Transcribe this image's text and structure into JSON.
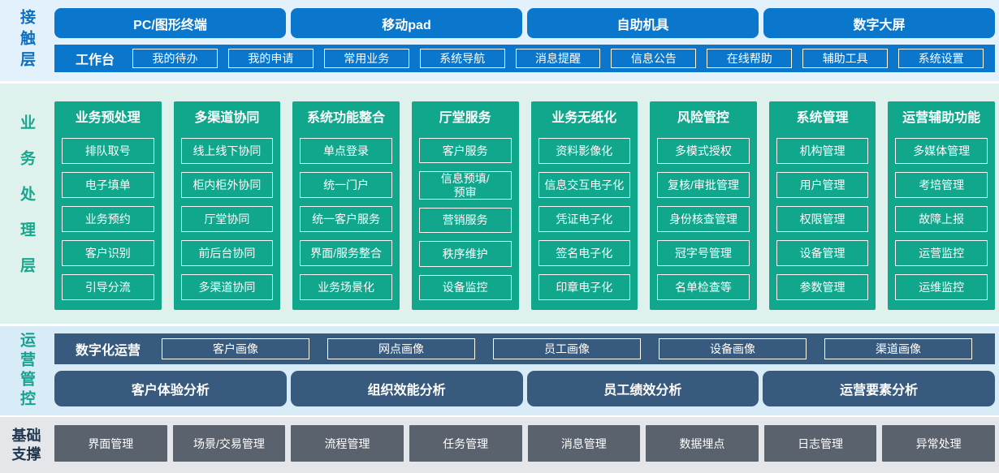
{
  "layers": {
    "contact": {
      "label": "接触层",
      "channels": [
        "PC/图形终端",
        "移动pad",
        "自助机具",
        "数字大屏"
      ],
      "workbench": {
        "label": "工作台",
        "items": [
          "我的待办",
          "我的申请",
          "常用业务",
          "系统导航",
          "消息提醒",
          "信息公告",
          "在线帮助",
          "辅助工具",
          "系统设置"
        ]
      }
    },
    "business": {
      "label": "业务处理层",
      "columns": [
        {
          "title": "业务预处理",
          "items": [
            "排队取号",
            "电子填单",
            "业务预约",
            "客户识别",
            "引导分流"
          ]
        },
        {
          "title": "多渠道协同",
          "items": [
            "线上线下协同",
            "柜内柜外协同",
            "厅堂协同",
            "前后台协同",
            "多渠道协同"
          ]
        },
        {
          "title": "系统功能整合",
          "items": [
            "单点登录",
            "统一门户",
            "统一客户服务",
            "界面/服务整合",
            "业务场景化"
          ]
        },
        {
          "title": "厅堂服务",
          "items": [
            "客户服务",
            "信息预填/\n预审",
            "营销服务",
            "秩序维护",
            "设备监控"
          ]
        },
        {
          "title": "业务无纸化",
          "items": [
            "资料影像化",
            "信息交互电子化",
            "凭证电子化",
            "签名电子化",
            "印章电子化"
          ]
        },
        {
          "title": "风险管控",
          "items": [
            "多模式授权",
            "复核/审批管理",
            "身份核查管理",
            "冠字号管理",
            "名单检查等"
          ]
        },
        {
          "title": "系统管理",
          "items": [
            "机构管理",
            "用户管理",
            "权限管理",
            "设备管理",
            "参数管理"
          ]
        },
        {
          "title": "运营辅助功能",
          "items": [
            "多媒体管理",
            "考培管理",
            "故障上报",
            "运营监控",
            "运维监控"
          ]
        }
      ]
    },
    "ops": {
      "label": "运营管控",
      "digital": {
        "label": "数字化运营",
        "items": [
          "客户画像",
          "网点画像",
          "员工画像",
          "设备画像",
          "渠道画像"
        ]
      },
      "analysis": [
        "客户体验分析",
        "组织效能分析",
        "员工绩效分析",
        "运营要素分析"
      ]
    },
    "base": {
      "label": "基础支撑",
      "items": [
        "界面管理",
        "场景/交易管理",
        "流程管理",
        "任务管理",
        "消息管理",
        "数据埋点",
        "日志管理",
        "异常处理"
      ]
    }
  },
  "colors": {
    "brand_blue": "#0a76cc",
    "blue_label": "#0d6fc2",
    "contact_bg": "#e2f1fb",
    "green": "#11a78d",
    "green_label": "#16a78c",
    "business_bg": "#def1ec",
    "dark_blue": "#375a7e",
    "teal_label": "#16a190",
    "ops_bg": "#d8ecf8",
    "gray": "#5a626d",
    "base_bg": "#e4e6e9",
    "base_label": "#20374e"
  }
}
